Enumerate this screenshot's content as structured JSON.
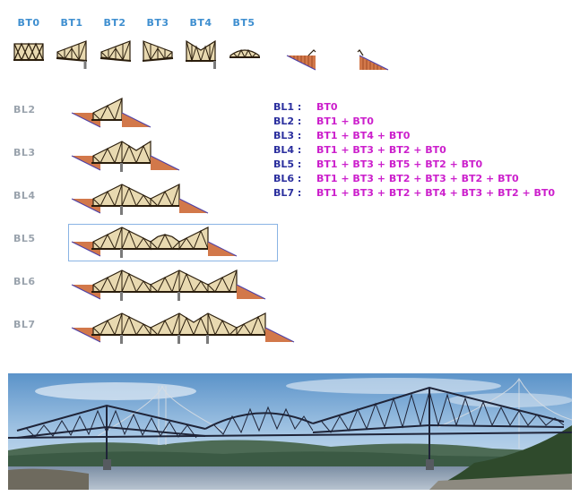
{
  "top_labels": [
    "BT0",
    "BT1",
    "BT2",
    "BT3",
    "BT4",
    "BT5"
  ],
  "row_labels": [
    "BL2",
    "BL3",
    "BL4",
    "BL5",
    "BL6",
    "BL7"
  ],
  "legend": [
    {
      "key": "BL1 :",
      "value": "BT0"
    },
    {
      "key": "BL2 :",
      "value": "BT1 + BT0"
    },
    {
      "key": "BL3 :",
      "value": "BT1 + BT4 + BT0"
    },
    {
      "key": "BL4 :",
      "value": "BT1 + BT3 + BT2 + BT0"
    },
    {
      "key": "BL5 :",
      "value": "BT1 + BT3 + BT5 + BT2 + BT0"
    },
    {
      "key": "BL6 :",
      "value": "BT1 + BT3 + BT2 + BT3 + BT2 + BT0"
    },
    {
      "key": "BL7 :",
      "value": "BT1 + BT3 + BT2 + BT4 + BT3 + BT2 + BT0"
    }
  ],
  "colors": {
    "top_label": "#3f8fd0",
    "row_label": "#9aa3ad",
    "legend_key": "#2b2f9e",
    "legend_value": "#cc1fcc",
    "truss_fill": "#e8d9b0",
    "truss_stroke": "#2a1d0c",
    "abutment": "#d2784a",
    "abutment_edge": "#4a3ea8",
    "pier": "#7a7a7a",
    "selection": "#8ab4e4"
  },
  "selected_row": "BL5",
  "photo": {
    "subject": "cantilever bridge photograph"
  }
}
